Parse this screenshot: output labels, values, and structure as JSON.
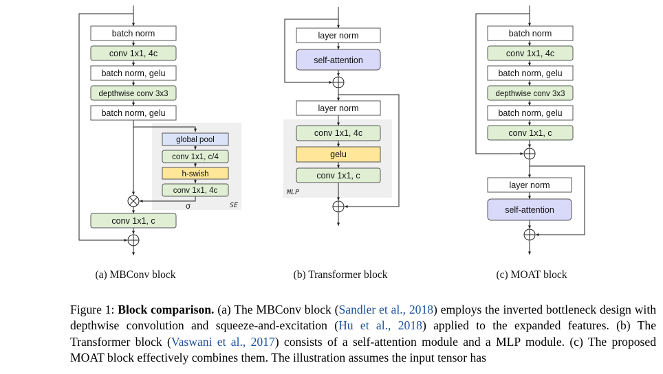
{
  "colors": {
    "white": "#ffffff",
    "green": "#e0efd4",
    "yellow": "#ffe699",
    "blue": "#dae3f8",
    "lavender": "#d9d9f9",
    "panel": "#efefef"
  },
  "mbconv": {
    "batch_norm": "batch norm",
    "conv_expand": "conv 1x1, 4c",
    "bn_gelu_1": "batch norm, gelu",
    "depthwise": "depthwise conv 3x3",
    "bn_gelu_2": "batch norm, gelu",
    "se": {
      "global_pool": "global pool",
      "conv_reduce": "conv 1x1, c/4",
      "hswish": "h-swish",
      "conv_expand": "conv 1x1, 4c",
      "sigma": "σ",
      "tag": "SE"
    },
    "conv_project": "conv 1x1, c",
    "subtitle": "(a) MBConv block"
  },
  "transformer": {
    "layer_norm_1": "layer norm",
    "self_attention": "self-attention",
    "layer_norm_2": "layer norm",
    "mlp_conv1": "conv 1x1, 4c",
    "mlp_gelu": "gelu",
    "mlp_conv2": "conv 1x1, c",
    "mlp_tag": "MLP",
    "subtitle": "(b) Transformer block"
  },
  "moat": {
    "batch_norm": "batch norm",
    "conv_expand": "conv 1x1, 4c",
    "bn_gelu_1": "batch norm, gelu",
    "depthwise": "depthwise conv 3x3",
    "bn_gelu_2": "batch norm, gelu",
    "conv_project": "conv 1x1, c",
    "layer_norm": "layer norm",
    "self_attention": "self-attention",
    "subtitle": "(c) MOAT block"
  },
  "caption": {
    "label": "Figure 1: ",
    "bold": "Block comparison.",
    "t1": " (a) The MBConv block (",
    "c1": "Sandler et al., 2018",
    "t2": ") employs the inverted bottleneck design with depthwise convolution and squeeze-and-excitation (",
    "c2": "Hu et al., 2018",
    "t3": ") applied to the expanded features. (b) The Transformer block (",
    "c3": "Vaswani et al., 2017",
    "t4": ") consists of a self-attention module and a MLP module. (c) The proposed MOAT block effectively combines them. The illustration assumes the input tensor has"
  }
}
